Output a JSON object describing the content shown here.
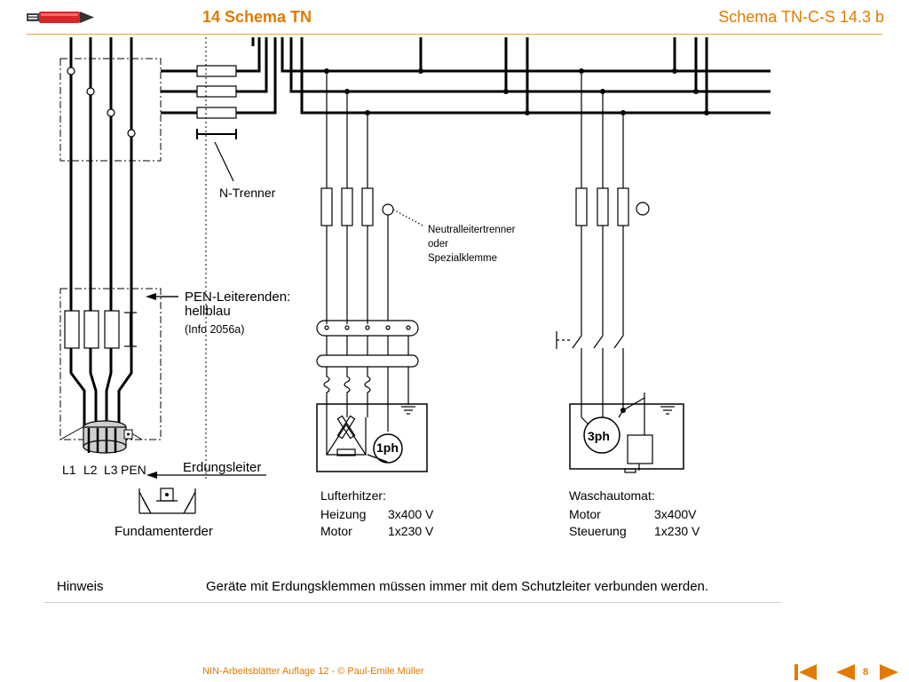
{
  "header": {
    "chapter_title": "14  Schema TN",
    "section_title": "Schema TN-C-S  14.3 b"
  },
  "diagram": {
    "n_trenner_label": "N-Trenner",
    "neutral_note_lines": [
      "Neutralleitertrenner",
      "oder",
      "Spezialklemme"
    ],
    "pen_label_line1": "PEN-Leiterenden:",
    "pen_label_line2": "hellblau",
    "pen_info": "(Info 2056a)",
    "conductor_labels": [
      "L1",
      "L2",
      "L3",
      "PEN"
    ],
    "earthing_conductor_label": "Erdungsleiter",
    "foundation_earth_label": "Fundamenterder",
    "device_1ph": "1ph",
    "device_3ph": "3ph",
    "air_heater": {
      "title": "Lufterhitzer:",
      "rows": [
        {
          "name": "Heizung",
          "value": "3x400 V"
        },
        {
          "name": "Motor",
          "value": "1x230 V"
        }
      ]
    },
    "washing_machine": {
      "title": "Waschautomat:",
      "rows": [
        {
          "name": "Motor",
          "value": "3x400V"
        },
        {
          "name": "Steuerung",
          "value": "1x230 V"
        }
      ]
    }
  },
  "hint": {
    "label": "Hinweis",
    "text": "Geräte mit Erdungsklemmen müssen immer mit dem Schutzleiter verbunden werden."
  },
  "footer": {
    "text": "NIN-Arbeitsblätter Auflage 12 -  © Paul-Emile Müller",
    "page_number": "8"
  },
  "colors": {
    "accent": "#e07b00",
    "line": "#000000"
  },
  "icons": [
    "pencil-logo-icon",
    "first-page-icon",
    "prev-page-icon",
    "next-page-icon"
  ]
}
